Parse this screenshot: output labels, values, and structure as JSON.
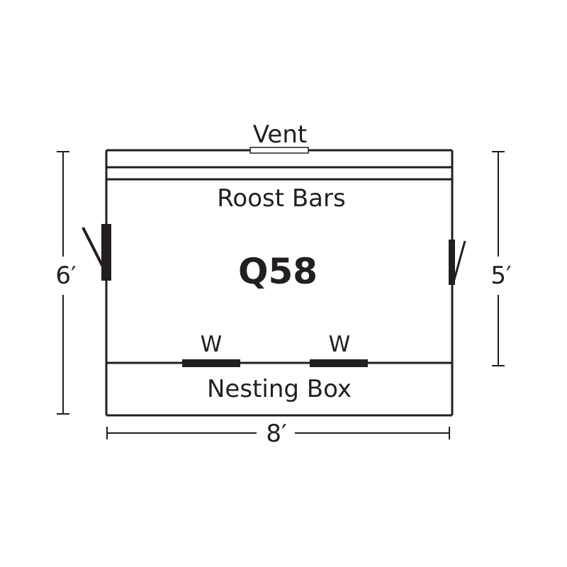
{
  "plan": {
    "model_code": "Q58",
    "labels": {
      "vent": "Vent",
      "roost_bars": "Roost Bars",
      "nesting_box": "Nesting Box",
      "window_left": "W",
      "window_right": "W"
    },
    "dimensions": {
      "width": "8′",
      "left_height": "6′",
      "right_height": "5′"
    },
    "colors": {
      "line": "#231f20",
      "background": "#ffffff"
    }
  }
}
